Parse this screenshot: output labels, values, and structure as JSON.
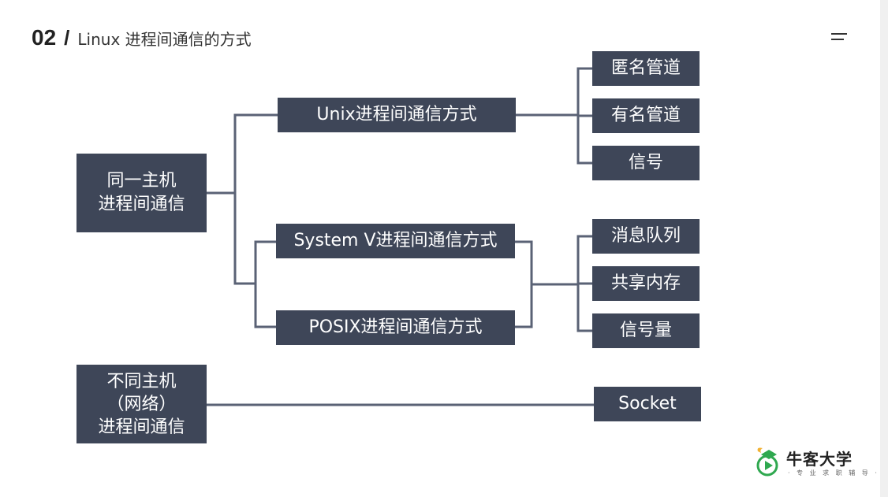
{
  "header": {
    "number": "02",
    "slash": "/",
    "title": "Linux 进程间通信的方式"
  },
  "diagram": {
    "same_host": {
      "line1": "同一主机",
      "line2": "进程间通信"
    },
    "unix": "Unix进程间通信方式",
    "system_v": "System V进程间通信方式",
    "posix": "POSIX进程间通信方式",
    "unix_items": [
      "匿名管道",
      "有名管道",
      "信号"
    ],
    "sysv_posix_items": [
      "消息队列",
      "共享内存",
      "信号量"
    ],
    "diff_host": {
      "line1": "不同主机",
      "line2": "（网络）",
      "line3": "进程间通信"
    },
    "socket": "Socket"
  },
  "logo": {
    "name": "牛客大学",
    "tagline": "· 专 业 求 职 辅 导 ·"
  },
  "colors": {
    "box": "#3e4658",
    "line": "#5a6275",
    "logo_green": "#2fa84f",
    "logo_yellow": "#f2b233"
  }
}
